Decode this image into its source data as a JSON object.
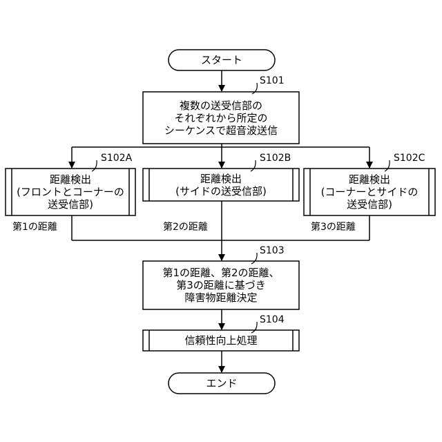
{
  "nodes": {
    "start": {
      "text": "スタート"
    },
    "s101": {
      "step": "S101",
      "lines": [
        "複数の送受信部の",
        "それぞれから所定の",
        "シーケンスで超音波送信"
      ]
    },
    "s102a": {
      "step": "S102A",
      "lines": [
        "距離検出",
        "(フロントとコーナーの",
        "送受信部)"
      ]
    },
    "s102b": {
      "step": "S102B",
      "lines": [
        "距離検出",
        "(サイドの送受信部)"
      ]
    },
    "s102c": {
      "step": "S102C",
      "lines": [
        "距離検出",
        "(コーナーとサイドの",
        "送受信部)"
      ]
    },
    "s103": {
      "step": "S103",
      "lines": [
        "第1の距離、第2の距離、",
        "第3の距離に基づき",
        "障害物距離決定"
      ]
    },
    "s104": {
      "step": "S104",
      "lines": [
        "信頼性向上処理"
      ]
    },
    "end": {
      "text": "エンド"
    }
  },
  "edge_labels": {
    "dist1": "第1の距離",
    "dist2": "第2の距離",
    "dist3": "第3の距離"
  }
}
